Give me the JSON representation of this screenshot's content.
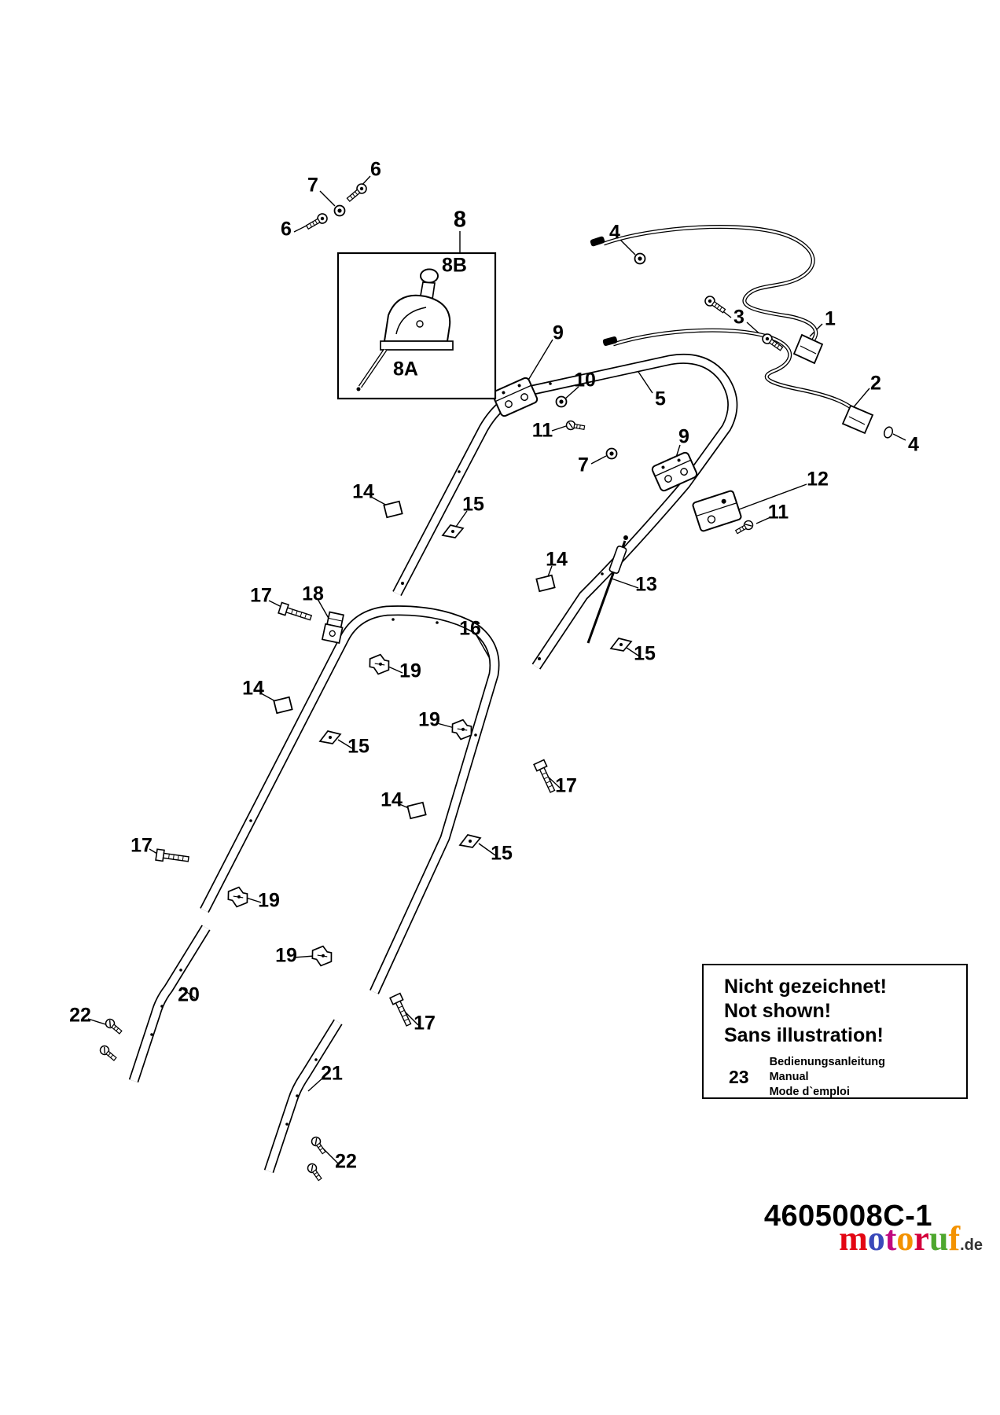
{
  "callouts": {
    "c6a": "6",
    "c7a": "7",
    "c6b": "6",
    "c8": "8",
    "c8b": "8B",
    "c8a": "8A",
    "c4a": "4",
    "c3": "3",
    "c1": "1",
    "c2": "2",
    "c4b": "4",
    "c9a": "9",
    "c10": "10",
    "c11a": "11",
    "c5": "5",
    "c7b": "7",
    "c9b": "9",
    "c12": "12",
    "c11b": "11",
    "c14a": "14",
    "c15a": "15",
    "c14b": "14",
    "c13": "13",
    "c15b": "15",
    "c17a": "17",
    "c18": "18",
    "c16": "16",
    "c19a": "19",
    "c14c": "14",
    "c19b": "19",
    "c15c": "15",
    "c17b": "17",
    "c14d": "14",
    "c15d": "15",
    "c17c": "17",
    "c19c": "19",
    "c19d": "19",
    "c20": "20",
    "c22a": "22",
    "c17d": "17",
    "c21": "21",
    "c22b": "22"
  },
  "notice": {
    "title_de": "Nicht gezeichnet!",
    "title_en": "Not shown!",
    "title_fr": "Sans illustration!",
    "item_number": "23",
    "item_desc_de": "Bedienungsanleitung",
    "item_desc_en": "Manual",
    "item_desc_fr": "Mode d`emploi"
  },
  "footer": {
    "drawing_number": "4605008C-1",
    "logo": {
      "letters": [
        {
          "ch": "m",
          "color": "#e30613"
        },
        {
          "ch": "o",
          "color": "#3a49ba"
        },
        {
          "ch": "t",
          "color": "#c0087f"
        },
        {
          "ch": "o",
          "color": "#f39200"
        },
        {
          "ch": "r",
          "color": "#d4003c"
        },
        {
          "ch": "u",
          "color": "#4ea72e"
        },
        {
          "ch": "f",
          "color": "#f39200"
        }
      ],
      "suffix": ".de"
    }
  }
}
